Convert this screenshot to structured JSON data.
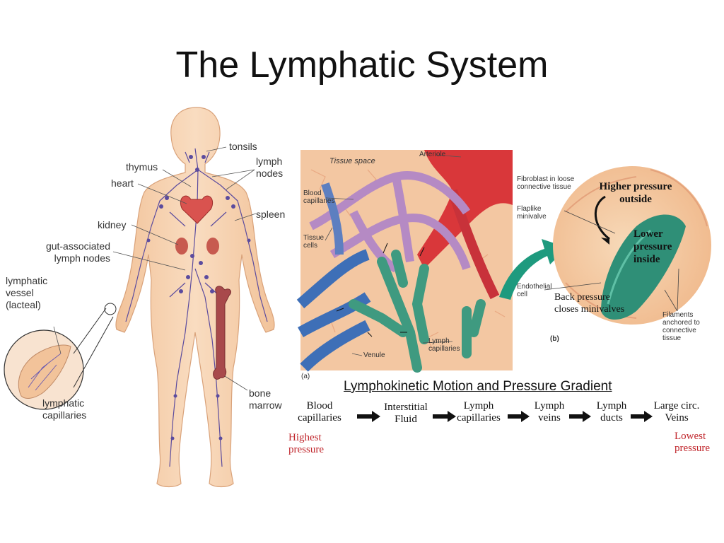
{
  "title": "The Lymphatic System",
  "body_labels": {
    "tonsils": "tonsils",
    "thymus": "thymus",
    "lymph_nodes": "lymph\nnodes",
    "heart": "heart",
    "spleen": "spleen",
    "kidney": "kidney",
    "gut_nodes": "gut-associated\nlymph nodes",
    "lymphatic_vessel": "lymphatic\nvessel\n(lacteal)",
    "lymphatic_capillaries": "lymphatic\ncapillaries",
    "bone_marrow": "bone\nmarrow"
  },
  "panel_a": {
    "tissue_space": "Tissue space",
    "arteriole": "Arteriole",
    "blood_capillaries": "Blood\ncapillaries",
    "tissue_cells": "Tissue\ncells",
    "venule": "Venule",
    "lymph_capillaries": "Lymph\ncapillaries",
    "tag": "(a)"
  },
  "panel_b": {
    "fibroblast": "Fibroblast in loose\nconnective tissue",
    "flaplike": "Flaplike\nminivalve",
    "endothelial": "Endothelial\ncell",
    "filaments": "Filaments\nanchored to\nconnective\ntissue",
    "tag": "(b)",
    "higher_pressure": "Higher pressure\noutside",
    "lower_pressure": "Lower\npressure\ninside",
    "back_pressure": "Back pressure\ncloses minivalves"
  },
  "flow": {
    "heading": "Lymphokinetic Motion and Pressure Gradient",
    "steps": [
      "Blood\ncapillaries",
      "Interstitial\nFluid",
      "Lymph\ncapillaries",
      "Lymph\nveins",
      "Lymph\nducts",
      "Large circ.\nVeins"
    ],
    "highest": "Highest\npressure",
    "lowest": "Lowest\npressure"
  },
  "colors": {
    "skin": "#f6cfaa",
    "lymph": "#5b4b9e",
    "heart": "#d9534f",
    "arteriole": "#d9373a",
    "vein_blue": "#3e6fb7",
    "lymph_green": "#3f9a80",
    "accent_red": "#c0262c",
    "panel_bg": "#f3c7a2"
  }
}
